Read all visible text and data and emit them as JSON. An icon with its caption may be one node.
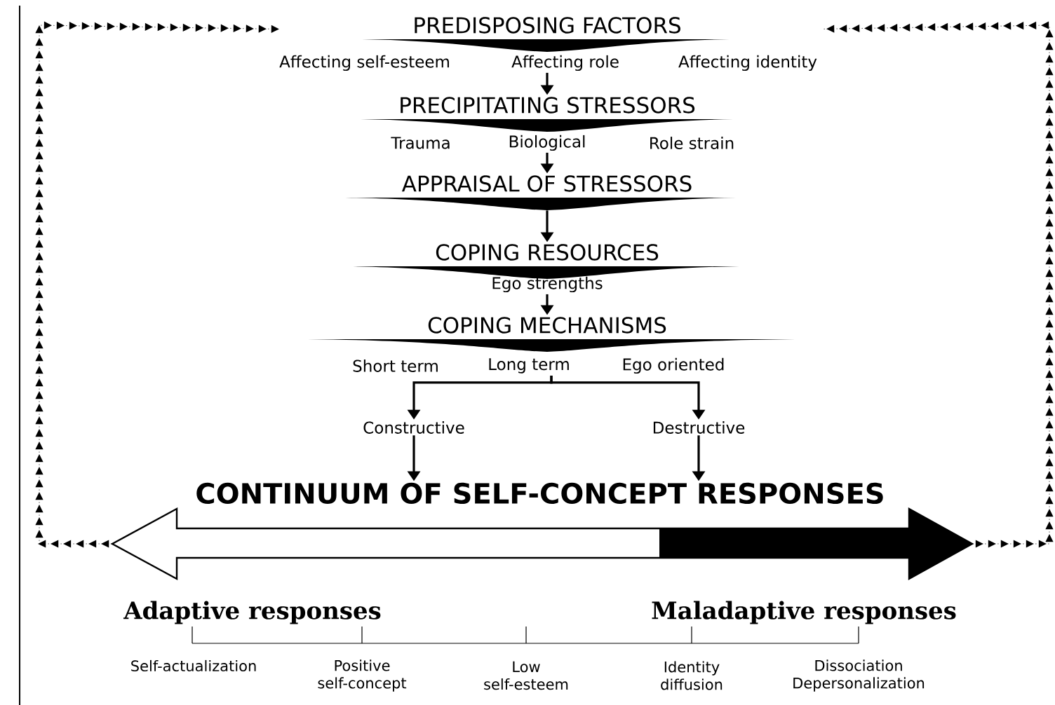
{
  "diagram": {
    "nodes": [
      {
        "text": [
          "PREDISPOSING FACTORS",
          "Affecting self-esteem",
          "Affecting role",
          "Affecting identity"
        ]
      },
      {
        "text": [
          "PRECIPITATING STRESSORS",
          "Trauma",
          "Biological",
          "Role strain"
        ]
      },
      {
        "text": [
          "APPRAISAL OF STRESSORS"
        ]
      },
      {
        "text": [
          "COPING RESOURCES",
          "Ego strengths"
        ]
      },
      {
        "text": [
          "COPING MECHANISMS",
          "Short term",
          "Long term",
          "Ego oriented"
        ]
      },
      {
        "text": [
          "Constructive"
        ]
      },
      {
        "text": [
          "Destructive"
        ]
      },
      {
        "text": [
          "CONTINUUM OF SELF-CONCEPT RESPONSES"
        ]
      },
      {
        "text": [],
        "shape": "arrow"
      }
    ],
    "edges": [
      {
        "from": 0,
        "to": 1,
        "arrow": "to"
      },
      {
        "from": 1,
        "to": 2,
        "arrow": "to"
      },
      {
        "from": 2,
        "to": 3,
        "arrow": "to"
      },
      {
        "from": 3,
        "to": 4,
        "arrow": "to"
      },
      {
        "from": 4,
        "to": 5,
        "arrow": "to"
      },
      {
        "from": 4,
        "to": 6,
        "arrow": "to"
      },
      {
        "from": 5,
        "to": 7,
        "arrow": "to"
      },
      {
        "from": 6,
        "to": 7,
        "arrow": "to"
      },
      {
        "from": 8,
        "to": 0,
        "arrow": "to",
        "style": "dashed"
      },
      {
        "from": 8,
        "to": 0,
        "arrow": "to",
        "style": "dashed"
      }
    ],
    "labels": [
      "Adaptive responses",
      "Maladaptive responses",
      "Self-actualization",
      "Positive self-concept",
      "Low self-esteem",
      "Identity diffusion",
      "Dissociation Depersonalization"
    ]
  }
}
